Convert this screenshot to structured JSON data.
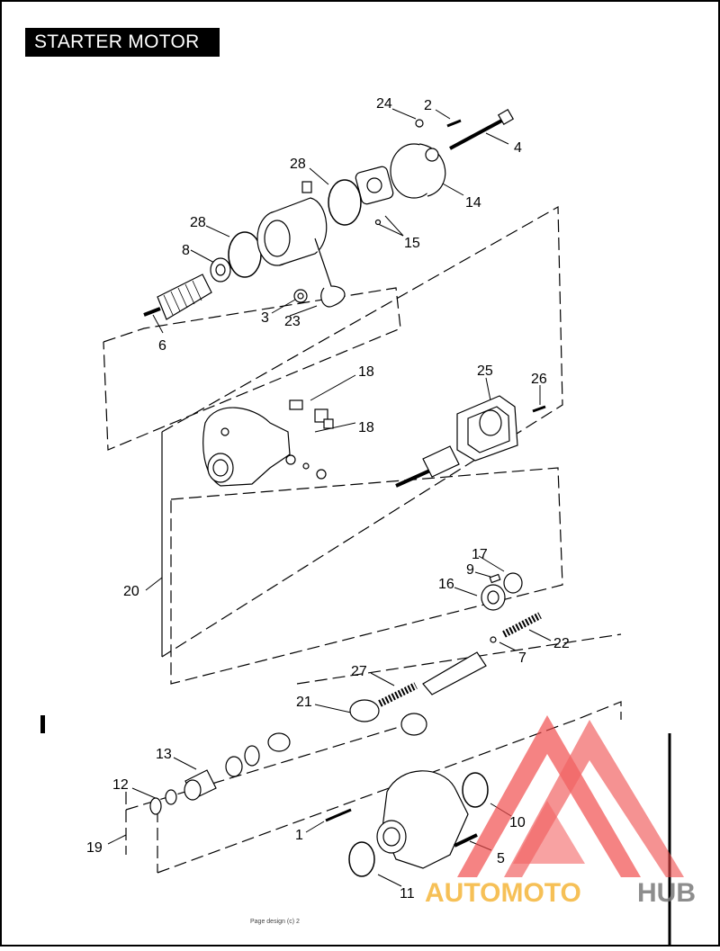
{
  "page": {
    "title": "STARTER MOTOR",
    "footer_text": "Page design (c) 2"
  },
  "callouts": {
    "c24": "24",
    "c2": "2",
    "c4": "4",
    "c14": "14",
    "c28a": "28",
    "c28b": "28",
    "c8": "8",
    "c15": "15",
    "c3": "3",
    "c23": "23",
    "c6": "6",
    "c18a": "18",
    "c18b": "18",
    "c25": "25",
    "c26": "26",
    "c20": "20",
    "c17": "17",
    "c9": "9",
    "c16": "16",
    "c22": "22",
    "c7": "7",
    "c27": "27",
    "c21": "21",
    "c13": "13",
    "c12": "12",
    "c19": "19",
    "c1": "1",
    "c10": "10",
    "c5": "5",
    "c11": "11"
  },
  "watermark": {
    "brand_part1": "AUTOMOTO",
    "brand_part2": "HUB",
    "color_primary": "#f04a4a",
    "color_secondary": "#f5b63a",
    "color_tertiary": "#7a7a7a"
  }
}
